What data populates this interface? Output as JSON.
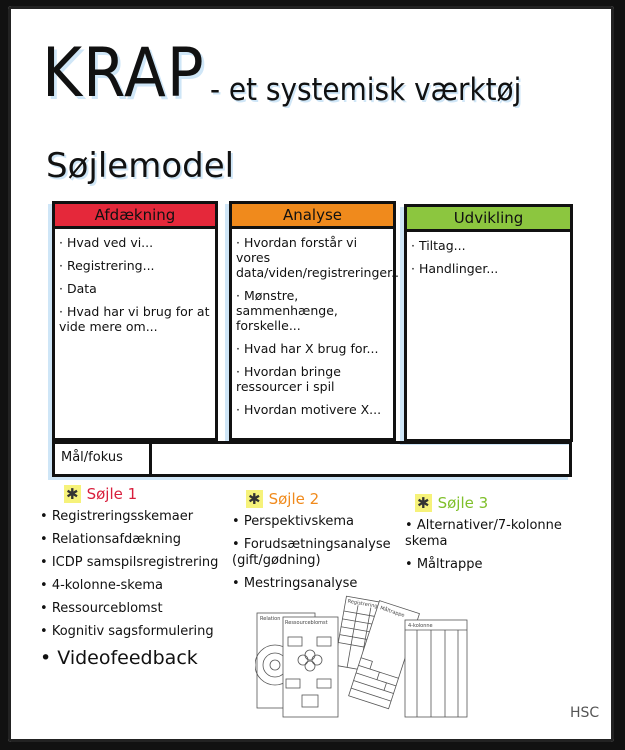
{
  "title": {
    "main": "KRAP",
    "sub": "- et systemisk værktøj"
  },
  "heading": "Søjlemodel",
  "columns": [
    {
      "label": "Afdækning",
      "color": "#e5283a",
      "items": [
        "Hvad ved vi...",
        "Registrering...",
        "Data",
        "Hvad har vi brug for at vide mere om..."
      ]
    },
    {
      "label": "Analyse",
      "color": "#f08a1c",
      "items": [
        "Hvordan forstår vi vores data/viden/registreringer...",
        "Mønstre, sammenhænge, forskelle...",
        "Hvad har X brug for...",
        "Hvordan bringe ressourcer i spil",
        "Hvordan motivere X..."
      ]
    },
    {
      "label": "Udvikling",
      "color": "#8cc63f",
      "items": [
        "Tiltag...",
        "Handlinger..."
      ]
    }
  ],
  "goal_label": "Mål/fokus",
  "pillars": [
    {
      "title": "Søjle 1",
      "color": "#d81e3c",
      "items": [
        "Registreringsskemaer",
        "Relationsafdækning",
        "ICDP samspilsregistrering",
        "4-kolonne-skema",
        "Ressourceblomst",
        "Kognitiv sagsformulering",
        "Videofeedback"
      ]
    },
    {
      "title": "Søjle 2",
      "color": "#f08a1c",
      "items": [
        "Perspektivskema",
        "Forudsætningsanalyse (gift/gødning)",
        "Mestringsanalyse"
      ]
    },
    {
      "title": "Søjle 3",
      "color": "#7fbf2a",
      "items": [
        "Alternativer/7-kolonne skema",
        "Måltrappe"
      ]
    }
  ],
  "sketch_labels": {
    "relation": "Relation",
    "ressource": "Ressourceblomst",
    "registrering": "Registrering",
    "maltrappe": "Måltrappe",
    "kolonne": "4-kolonne"
  },
  "signature": "HSC",
  "star_icon": "✱"
}
